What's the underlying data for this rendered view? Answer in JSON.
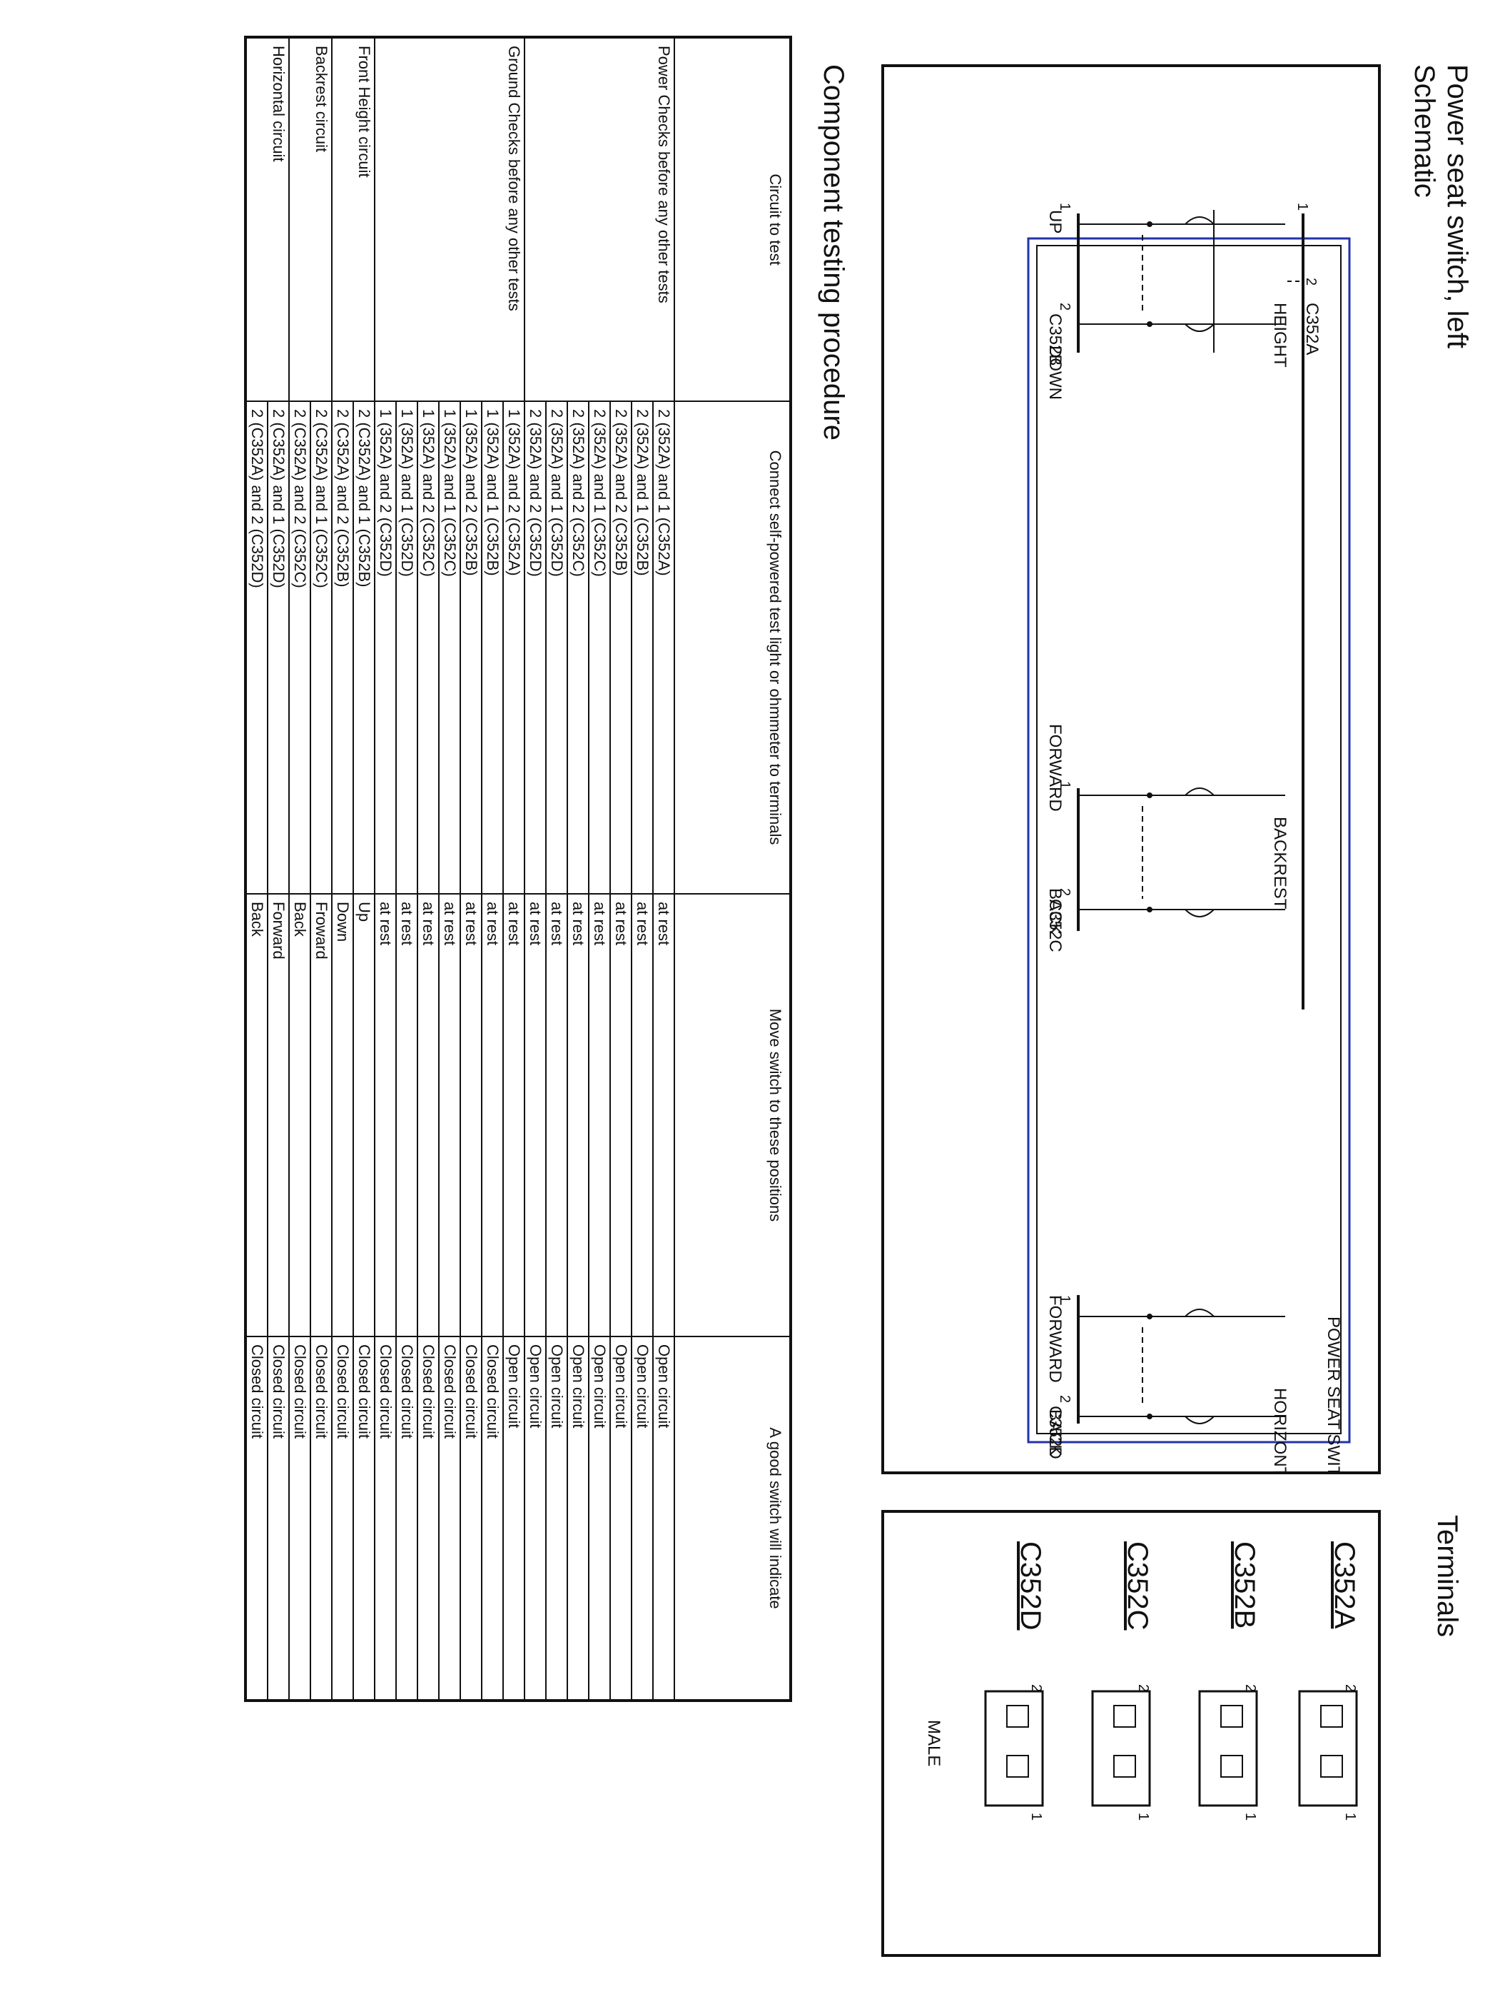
{
  "titles": {
    "main": "Power seat switch, left",
    "sub": "Schematic",
    "terminals": "Terminals",
    "component": "Component testing procedure"
  },
  "schematic": {
    "box_label": "POWER SEAT SWITCH, LEFT",
    "sections": [
      {
        "name": "HEIGHT",
        "left": "UP",
        "right": "DOWN",
        "connector": "C352B"
      },
      {
        "name": "BACKREST",
        "left": "FORWARD",
        "right": "BACK",
        "connector": "C352C"
      },
      {
        "name": "HORIZONTAL",
        "left": "FORWARD",
        "right": "BACK",
        "connector": "C352D"
      }
    ],
    "top_connector": "C352A",
    "pin1": "1",
    "pin2": "2"
  },
  "terminals": {
    "connectors": [
      "C352A",
      "C352B",
      "C352C",
      "C352D"
    ],
    "pin1": "1",
    "pin2": "2",
    "gender": "MALE"
  },
  "table": {
    "headers": [
      "Circuit to test",
      "Connect self-powered test light or ohmmeter to terminals",
      "Move switch to these positions",
      "A good switch will indicate"
    ],
    "groups": [
      {
        "circuit": "Power Checks before any other tests",
        "rows": [
          {
            "terminals": "2 (352A) and 1 (C352A)",
            "position": "at rest",
            "result": "Open circuit"
          },
          {
            "terminals": "2 (352A) and 1 (C352B)",
            "position": "at rest",
            "result": "Open circuit"
          },
          {
            "terminals": "2 (352A) and 2 (C352B)",
            "position": "at rest",
            "result": "Open circuit"
          },
          {
            "terminals": "2 (352A) and 1 (C352C)",
            "position": "at rest",
            "result": "Open circuit"
          },
          {
            "terminals": "2 (352A) and 2 (C352C)",
            "position": "at rest",
            "result": "Open circuit"
          },
          {
            "terminals": "2 (352A) and 1 (C352D)",
            "position": "at rest",
            "result": "Open circuit"
          },
          {
            "terminals": "2 (352A) and 2 (C352D)",
            "position": "at rest",
            "result": "Open circuit"
          }
        ]
      },
      {
        "circuit": "Ground Checks before any other tests",
        "rows": [
          {
            "terminals": "1 (352A) and 2 (C352A)",
            "position": "at rest",
            "result": "Open circuit"
          },
          {
            "terminals": "1 (352A) and 1 (C352B)",
            "position": "at rest",
            "result": "Closed circuit"
          },
          {
            "terminals": "1 (352A) and 2 (C352B)",
            "position": "at rest",
            "result": "Closed circuit"
          },
          {
            "terminals": "1 (352A) and 1 (C352C)",
            "position": "at rest",
            "result": "Closed circuit"
          },
          {
            "terminals": "1 (352A) and 2 (C352C)",
            "position": "at rest",
            "result": "Closed circuit"
          },
          {
            "terminals": "1 (352A) and 1 (C352D)",
            "position": "at rest",
            "result": "Closed circuit"
          },
          {
            "terminals": "1 (352A) and 2 (C352D)",
            "position": "at rest",
            "result": "Closed circuit"
          }
        ]
      },
      {
        "circuit": "Front Height circuit",
        "rows": [
          {
            "terminals": "2 (C352A) and 1 (C352B)",
            "position": "Up",
            "result": "Closed circuit"
          },
          {
            "terminals": "2 (C352A) and 2 (C352B)",
            "position": "Down",
            "result": "Closed circuit"
          }
        ]
      },
      {
        "circuit": "Backrest circuit",
        "rows": [
          {
            "terminals": "2 (C352A) and 1 (C352C)",
            "position": "Froward",
            "result": "Closed circuit"
          },
          {
            "terminals": "2 (C352A) and 2 (C352C)",
            "position": "Back",
            "result": "Closed circuit"
          }
        ]
      },
      {
        "circuit": "Horizontal circuit",
        "rows": [
          {
            "terminals": "2 (C352A) and 1 (C352D)",
            "position": "Forward",
            "result": "Closed circuit"
          },
          {
            "terminals": "2 (C352A) and 2 (C352D)",
            "position": "Back",
            "result": "Closed circuit"
          }
        ]
      }
    ]
  }
}
